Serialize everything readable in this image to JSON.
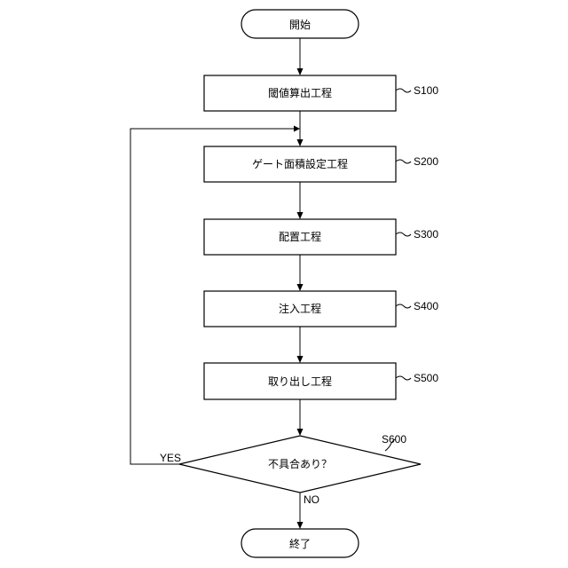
{
  "start": {
    "label": "開始"
  },
  "steps": [
    {
      "label": "閾値算出工程",
      "code": "S100"
    },
    {
      "label": "ゲート面積設定工程",
      "code": "S200"
    },
    {
      "label": "配置工程",
      "code": "S300"
    },
    {
      "label": "注入工程",
      "code": "S400"
    },
    {
      "label": "取り出し工程",
      "code": "S500"
    }
  ],
  "decision": {
    "label": "不具合あり？",
    "code": "S600",
    "yes_label": "YES",
    "no_label": "NO"
  },
  "end": {
    "label": "終了"
  }
}
